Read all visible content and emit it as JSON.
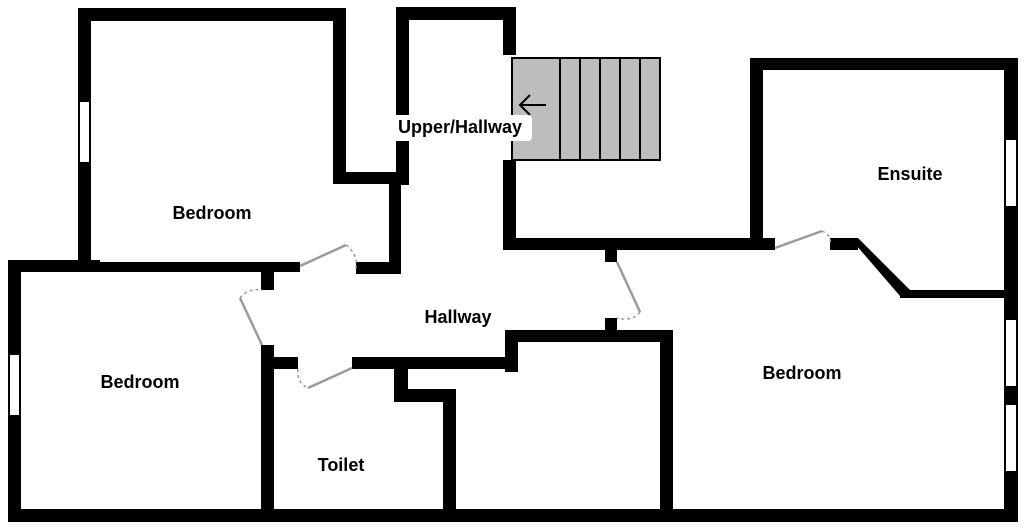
{
  "rooms": {
    "upper_hallway": "Upper/Hallway",
    "bedroom_top_left": "Bedroom",
    "ensuite": "Ensuite",
    "hallway": "Hallway",
    "bedroom_left": "Bedroom",
    "bedroom_right": "Bedroom",
    "toilet": "Toilet"
  },
  "colors": {
    "wall": "#000000",
    "stairs": "#bdbdbd",
    "door": "#9a9a9a"
  }
}
